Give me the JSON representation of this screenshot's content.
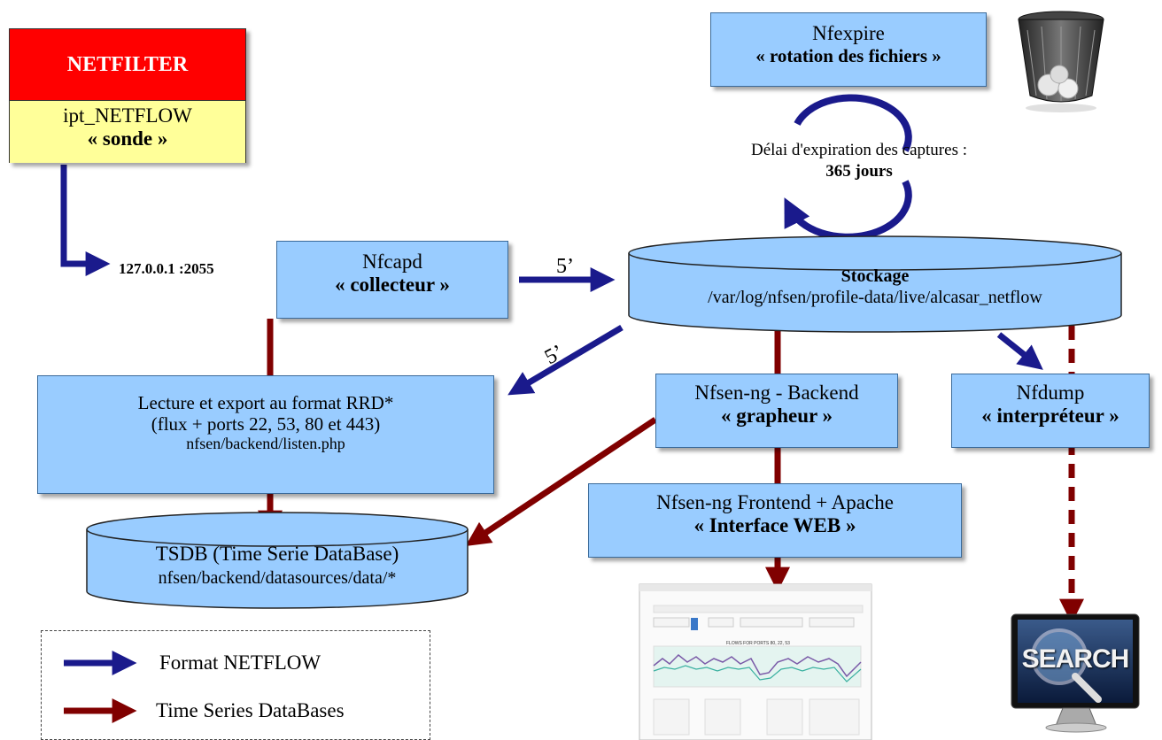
{
  "netfilter": {
    "title": "NETFILTER",
    "module": "ipt_NETFLOW",
    "role": "« sonde »"
  },
  "listen_address": "127.0.0.1 :2055",
  "nfcapd": {
    "name": "Nfcapd",
    "role": "« collecteur »"
  },
  "interval_label_1": "5’",
  "interval_label_2": "5’",
  "stockage": {
    "title": "Stockage",
    "path": "/var/log/nfsen/profile-data/live/alcasar_netflow"
  },
  "nfexpire": {
    "name": "Nfexpire",
    "role": "« rotation des fichiers »"
  },
  "expiration": {
    "label": "Délai d'expiration des captures :",
    "value": "365 jours"
  },
  "rrd_export": {
    "line1": "Lecture et export au format RRD*",
    "line2": "(flux + ports 22, 53, 80 et 443)",
    "path": "nfsen/backend/listen.php"
  },
  "backend": {
    "name": "Nfsen-ng - Backend",
    "role": "« grapheur »"
  },
  "nfdump": {
    "name": "Nfdump",
    "role": "« interpréteur »"
  },
  "tsdb": {
    "title": "TSDB (Time Serie DataBase)",
    "path": "nfsen/backend/datasources/data/*"
  },
  "frontend": {
    "name": "Nfsen-ng Frontend + Apache",
    "role": "« Interface WEB »"
  },
  "screenshot": {
    "label": "FLOWS FOR PORTS 80, 22, 53"
  },
  "search_label": "SEARCH",
  "legend": {
    "netflow": "Format NETFLOW",
    "tsdb": "Time Series DataBases"
  },
  "colors": {
    "netflow_arrow": "#1a1a8c",
    "tsdb_arrow": "#800000",
    "box_fill": "#99ccff",
    "netfilter_red": "#ff0000",
    "netfilter_yellow": "#ffff99"
  }
}
